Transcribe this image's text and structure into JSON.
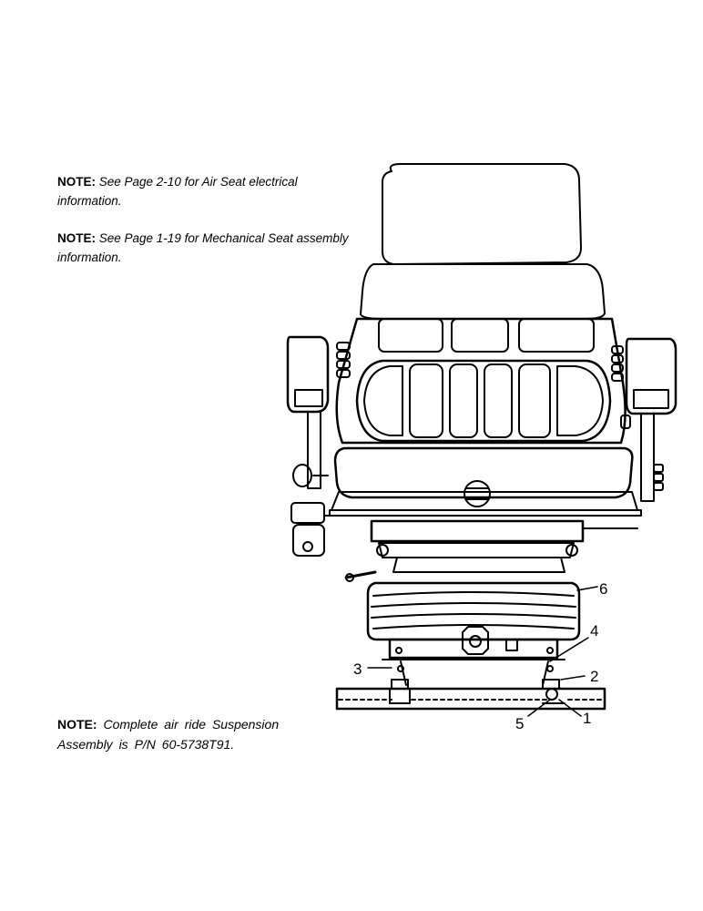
{
  "notes": [
    {
      "label": "NOTE:",
      "text": " See Page 2-10 for Air Seat electrical information."
    },
    {
      "label": "NOTE:",
      "text": " See Page 1-19 for Mechanical Seat assembly information."
    },
    {
      "label": "NOTE:",
      "text": " Complete air ride Suspension Assembly is P/N 60-5738T91."
    }
  ],
  "callouts": [
    "1",
    "2",
    "3",
    "4",
    "5",
    "6"
  ],
  "colors": {
    "line": "#000000",
    "fill": "#ffffff"
  }
}
